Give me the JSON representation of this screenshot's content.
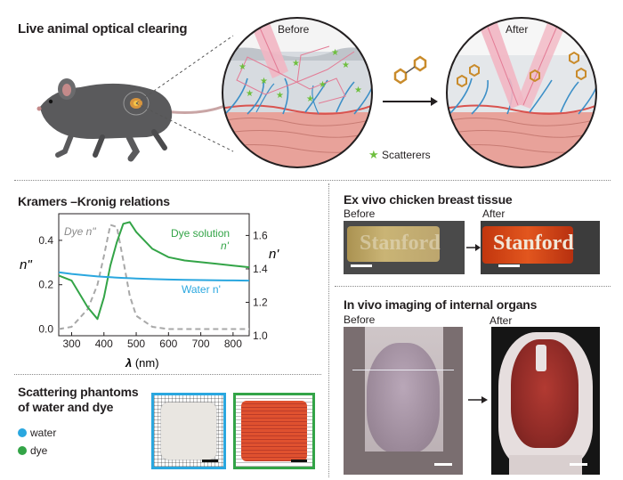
{
  "top": {
    "title": "Live animal optical clearing",
    "before_label": "Before",
    "after_label": "After",
    "scatterers_label": "Scatterers"
  },
  "kk": {
    "title": "Kramers –Kronig relations",
    "dye_dp": "Dye n\"",
    "dye_solution": "Dye solution",
    "dye_np": "n'",
    "water_np": "Water n'",
    "y_left_label": "n\"",
    "y_right_label": "n'",
    "x_label_symbol": "λ",
    "x_label_unit": " (nm)"
  },
  "phantoms": {
    "title_line1": "Scattering phantoms",
    "title_line2": "of water and dye",
    "legend": [
      {
        "label": "water",
        "color": "#2aa7df"
      },
      {
        "label": "dye",
        "color": "#33a447"
      }
    ]
  },
  "exvivo": {
    "title": "Ex vivo chicken breast tissue",
    "before_label": "Before",
    "after_label": "After",
    "logo_text": "Stanford"
  },
  "invivo": {
    "title": "In vivo imaging of internal organs",
    "before_label": "Before",
    "after_label": "After"
  },
  "colors": {
    "water": "#2aa7df",
    "dye": "#33a447",
    "dye_dp": "#a8a8a8",
    "beam": "#f2b6c3",
    "skin": "#e8a29a",
    "vessel_blue": "#3c8fc7",
    "vessel_red": "#d9534f"
  },
  "chart_data": {
    "type": "line",
    "x": [
      260,
      300,
      350,
      380,
      400,
      420,
      440,
      460,
      480,
      500,
      550,
      600,
      650,
      700,
      750,
      800,
      850
    ],
    "xlim": [
      260,
      850
    ],
    "xticks": [
      300,
      400,
      500,
      600,
      700,
      800
    ],
    "ylim_left": [
      -0.03,
      0.52
    ],
    "yticks_left": [
      "0.0",
      "0.2",
      "0.4"
    ],
    "ylim_right": [
      1.0,
      1.73
    ],
    "yticks_right": [
      "1.0",
      "1.2",
      "1.4",
      "1.6"
    ],
    "series": [
      {
        "name": "Dye n\"",
        "axis": "left",
        "style": "dashed",
        "values": [
          0.0,
          0.01,
          0.09,
          0.2,
          0.33,
          0.47,
          0.46,
          0.31,
          0.15,
          0.06,
          0.01,
          0.0,
          0.0,
          0.0,
          0.0,
          0.0,
          0.0
        ]
      },
      {
        "name": "Dye solution n'",
        "axis": "right",
        "values": [
          1.36,
          1.33,
          1.17,
          1.1,
          1.23,
          1.42,
          1.56,
          1.67,
          1.68,
          1.62,
          1.52,
          1.47,
          1.45,
          1.44,
          1.43,
          1.42,
          1.41
        ]
      },
      {
        "name": "Water n'",
        "axis": "right",
        "values": [
          1.38,
          1.37,
          1.36,
          1.355,
          1.352,
          1.35,
          1.348,
          1.346,
          1.344,
          1.342,
          1.339,
          1.336,
          1.334,
          1.333,
          1.332,
          1.331,
          1.33
        ]
      }
    ]
  }
}
